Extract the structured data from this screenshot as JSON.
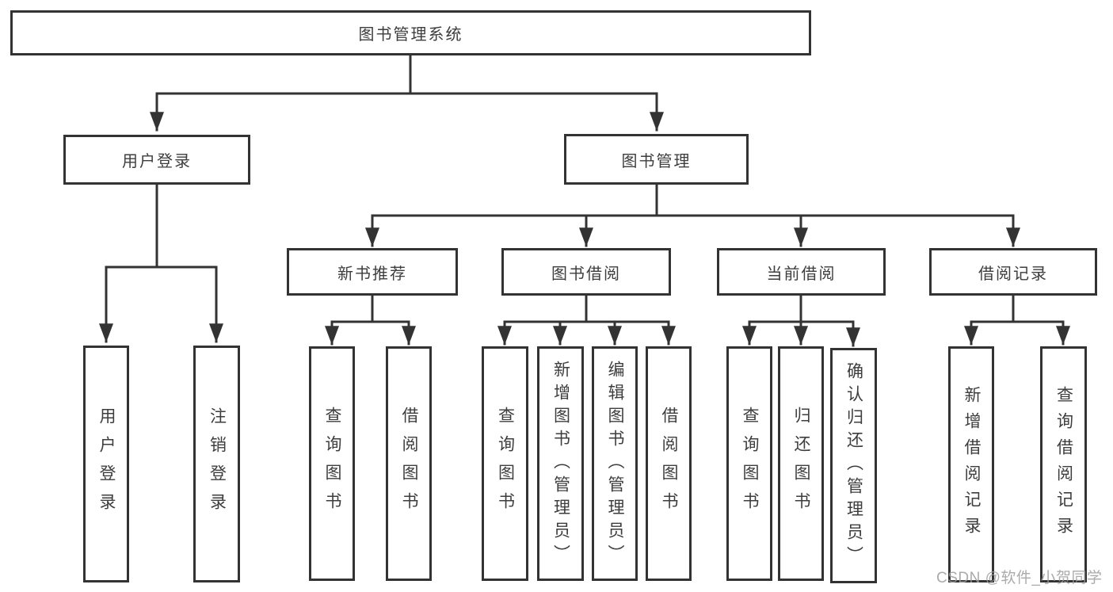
{
  "diagram": {
    "root": {
      "label": "图书管理系统"
    },
    "branches": [
      {
        "label": "用户登录",
        "children": [
          {
            "label": "用户登录"
          },
          {
            "label": "注销登录"
          }
        ]
      },
      {
        "label": "图书管理",
        "sections": [
          {
            "label": "新书推荐",
            "children": [
              {
                "label": "查询图书"
              },
              {
                "label": "借阅图书"
              }
            ]
          },
          {
            "label": "图书借阅",
            "children": [
              {
                "label": "查询图书"
              },
              {
                "label": "新增图书（管理员）"
              },
              {
                "label": "编辑图书（管理员）"
              },
              {
                "label": "借阅图书"
              }
            ]
          },
          {
            "label": "当前借阅",
            "children": [
              {
                "label": "查询图书"
              },
              {
                "label": "归还图书"
              },
              {
                "label": "确认归还（管理员）"
              }
            ]
          },
          {
            "label": "借阅记录",
            "children": [
              {
                "label": "新增借阅记录"
              },
              {
                "label": "查询借阅记录"
              }
            ]
          }
        ]
      }
    ]
  },
  "watermark": {
    "text": "CSDN @软件_小贺同学"
  },
  "colors": {
    "line": "#333333",
    "text": "#3d3d3d",
    "background": "#ffffff",
    "watermark": "#9c9c9c"
  }
}
